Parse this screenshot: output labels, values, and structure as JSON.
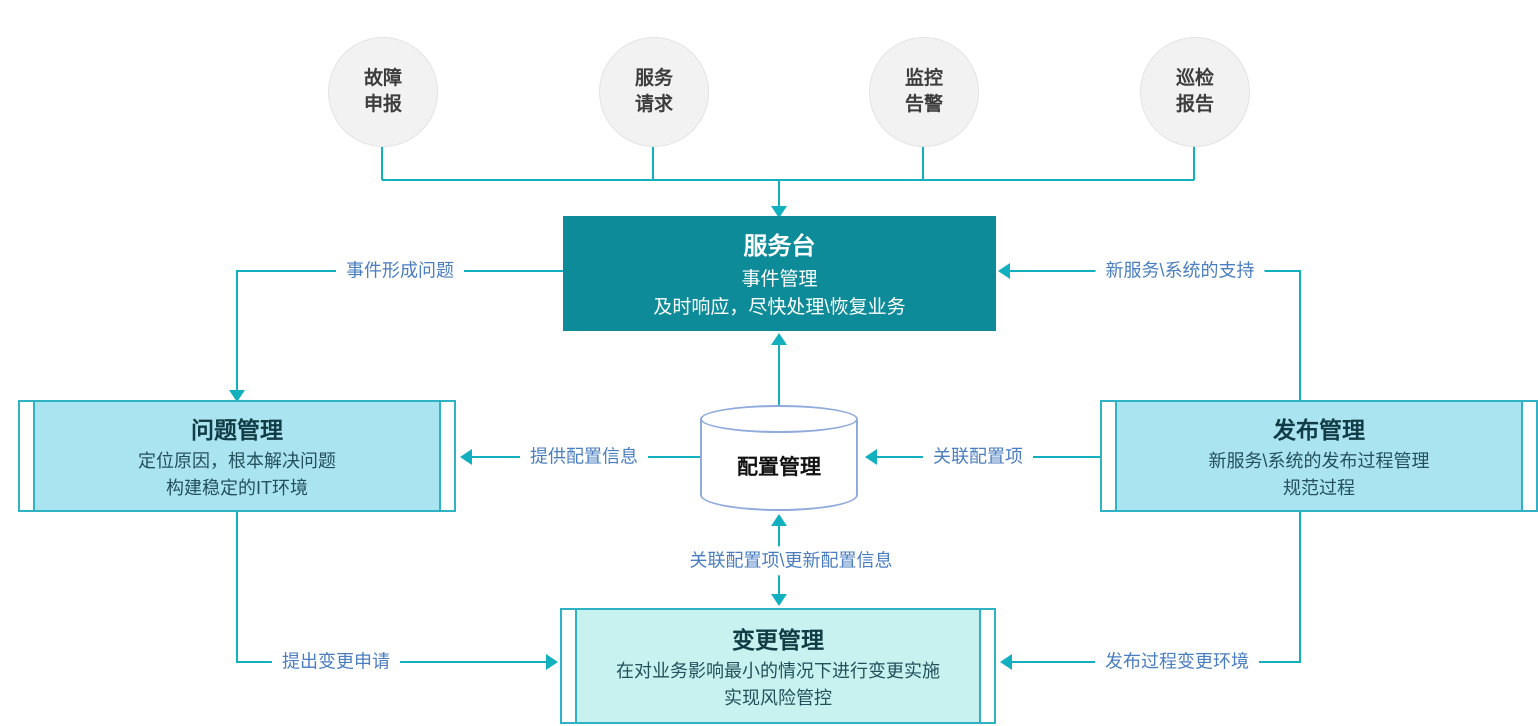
{
  "diagram": {
    "sources": [
      {
        "label": "故障\n申报"
      },
      {
        "label": "服务\n请求"
      },
      {
        "label": "监控\n告警"
      },
      {
        "label": "巡检\n报告"
      }
    ],
    "service_desk": {
      "title": "服务台",
      "line1": "事件管理",
      "line2": "及时响应，尽快处理\\恢复业务"
    },
    "config_mgmt": {
      "title": "配置管理"
    },
    "problem_mgmt": {
      "title": "问题管理",
      "line1": "定位原因，根本解决问题",
      "line2": "构建稳定的IT环境"
    },
    "release_mgmt": {
      "title": "发布管理",
      "line1": "新服务\\系统的发布过程管理",
      "line2": "规范过程"
    },
    "change_mgmt": {
      "title": "变更管理",
      "line1": "在对业务影响最小的情况下进行变更实施",
      "line2": "实现风险管控"
    },
    "labels": {
      "incident_to_problem": "事件形成问题",
      "new_service_support": "新服务\\系统的支持",
      "provide_config_info": "提供配置信息",
      "link_config_item": "关联配置项",
      "link_update_config": "关联配置项\\更新配置信息",
      "submit_change_request": "提出变更申请",
      "release_change_env": "发布过程变更环境"
    },
    "colors": {
      "line": "#12b0bf",
      "service_desk_fill": "#0e8b99",
      "side_box_fill": "#abe4f1",
      "change_box_fill": "#c7f2ef",
      "box_border": "#2fb3c4",
      "label_text": "#4a7ec0",
      "cylinder_border": "#8faadc",
      "source_fill": "#f2f2f2"
    }
  }
}
